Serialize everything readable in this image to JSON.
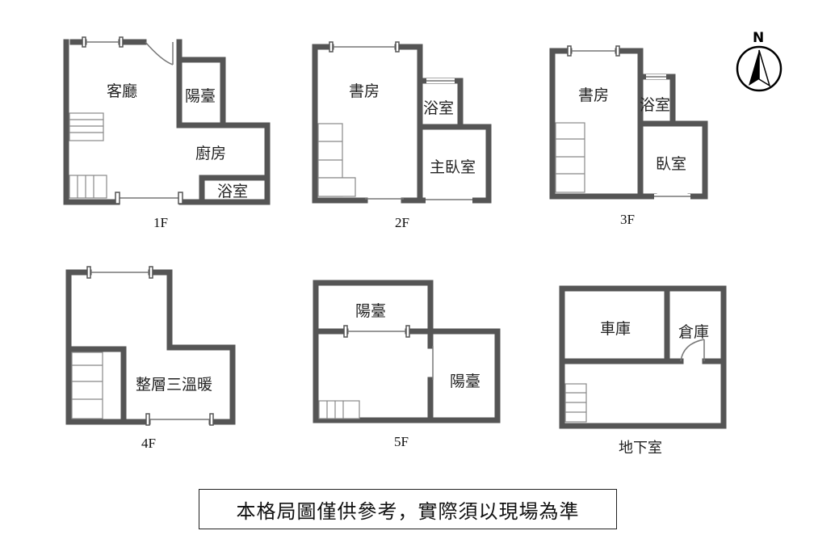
{
  "floors": [
    {
      "label": "1F",
      "rooms": [
        "客廳",
        "陽臺",
        "廚房",
        "浴室"
      ]
    },
    {
      "label": "2F",
      "rooms": [
        "書房",
        "浴室",
        "主臥室"
      ]
    },
    {
      "label": "3F",
      "rooms": [
        "書房",
        "浴室",
        "臥室"
      ]
    },
    {
      "label": "4F",
      "rooms": [
        "整層三溫暖"
      ]
    },
    {
      "label": "5F",
      "rooms": [
        "陽臺",
        "陽臺"
      ]
    },
    {
      "label": "地下室",
      "rooms": [
        "車庫",
        "倉庫"
      ]
    }
  ],
  "compass": {
    "label": "N",
    "icon": "north-arrow-icon"
  },
  "disclaimer": "本格局圖僅供參考，實際須以現場為準",
  "colors": {
    "wall": "#555555"
  }
}
